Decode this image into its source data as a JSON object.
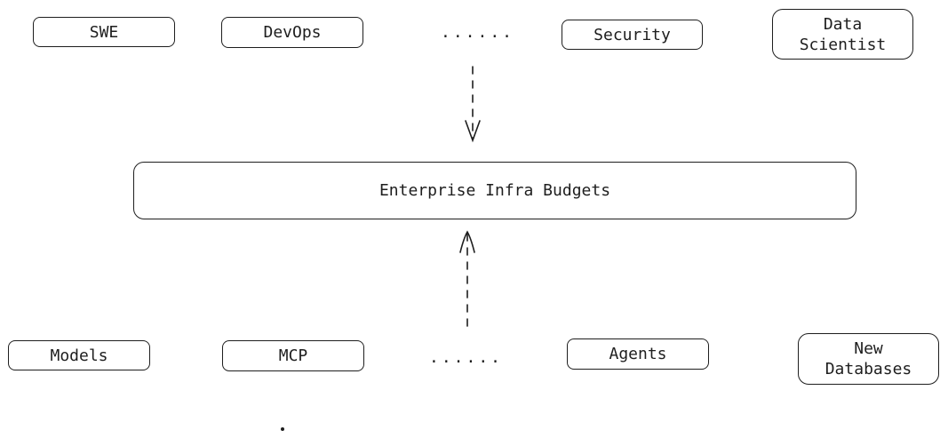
{
  "diagram": {
    "title": "Enterprise Infra Budgets",
    "top_row": {
      "nodes": [
        {
          "label": "SWE"
        },
        {
          "label": "DevOps"
        },
        {
          "label": "Security"
        },
        {
          "label": "Data\nScientist"
        }
      ],
      "ellipsis": "......"
    },
    "center": {
      "label": "Enterprise Infra Budgets"
    },
    "bottom_row": {
      "nodes": [
        {
          "label": "Models"
        },
        {
          "label": "MCP"
        },
        {
          "label": "Agents"
        },
        {
          "label": "New\nDatabases"
        }
      ],
      "ellipsis": "......"
    },
    "edges": [
      {
        "from": "top_row",
        "to": "center",
        "style": "dashed",
        "direction": "down"
      },
      {
        "from": "bottom_row",
        "to": "center",
        "style": "dashed",
        "direction": "up"
      }
    ],
    "colors": {
      "stroke": "#1e1e1e",
      "background": "#ffffff"
    }
  }
}
